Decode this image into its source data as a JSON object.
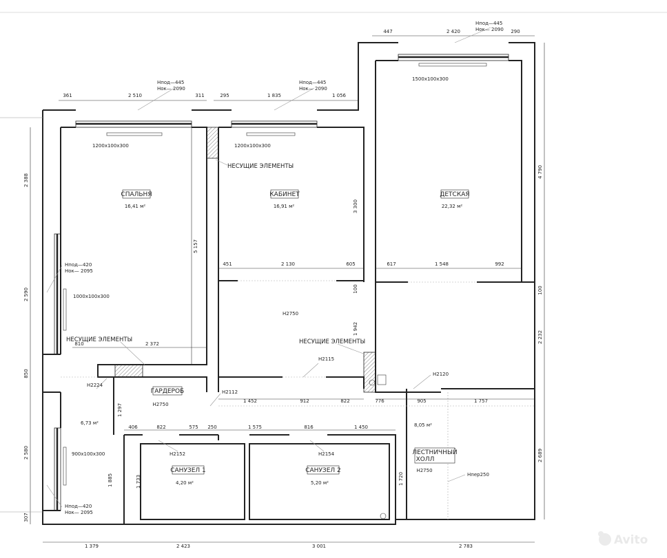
{
  "rooms": [
    {
      "key": "bedroom",
      "name": "СПАЛЬНЯ",
      "area": "16,41 м²"
    },
    {
      "key": "study",
      "name": "КАБИНЕТ",
      "area": "16,91 м²"
    },
    {
      "key": "kids",
      "name": "ДЕТСКАЯ",
      "area": "22,32 м²"
    },
    {
      "key": "wardrobe",
      "name": "ГАРДЕРОБ",
      "height": "H2750",
      "area": "6,73 м²"
    },
    {
      "key": "bath1",
      "name": "САНУЗЕЛ 1",
      "area": "4,20 м²"
    },
    {
      "key": "bath2",
      "name": "САНУЗЕЛ 2",
      "area": "5,20 м²"
    },
    {
      "key": "hall",
      "name_line1": "ЛЕСТНИЧНЫЙ",
      "name_line2": "ХОЛЛ",
      "height": "H2750",
      "area": "8,05 м²"
    }
  ],
  "labels": {
    "load_bearing_1": "НЕСУЩИЕ ЭЛЕМЕНТЫ",
    "load_bearing_2": "НЕСУЩИЕ ЭЛЕМЕНТЫ",
    "load_bearing_3": "НЕСУЩИЕ ЭЛЕМЕНТЫ",
    "corridor_height": "H2750",
    "h2115": "H2115",
    "h2120": "H2120",
    "h2224": "H2224",
    "h2112": "H2112",
    "h2152": "H2152",
    "h2154": "H2154",
    "hper": "Hпер250"
  },
  "windows": {
    "top_bed_1": "Hпод—445",
    "top_bed_2": "Нок— 2090",
    "top_study_1": "Hпод—445",
    "top_study_2": "Нок— 2090",
    "top_kids_1": "Hпод—445",
    "top_kids_2": "Нок— 2090",
    "left_1a": "Hпод—420",
    "left_1b": "Нок— 2095",
    "left_2a": "Hпод—420",
    "left_2b": "Нок— 2095"
  },
  "radiators": {
    "bed": "1200x100x300",
    "study": "1200x100x300",
    "kids": "1500x100x300",
    "left1": "1000x100x300",
    "left2": "900x100x300"
  },
  "dims": {
    "top_left_a": "361",
    "top_left_b": "2 510",
    "top_left_c": "311",
    "top_mid_a": "295",
    "top_mid_b": "1 835",
    "top_mid_c": "1 056",
    "top_right_a": "447",
    "top_right_b": "2 420",
    "top_right_c": "290",
    "bottom_a": "1 379",
    "bottom_b": "2 423",
    "bottom_c": "3 001",
    "bottom_d": "2 783",
    "left_a": "2 388",
    "left_b": "2 590",
    "left_c": "850",
    "left_d": "2 580",
    "left_e": "307",
    "right_a": "4 790",
    "right_b": "100",
    "right_c": "2 232",
    "right_d": "2 689",
    "bed_h": "5 157",
    "bed_w": "2 372",
    "bed_w_small": "810",
    "study_h": "3 300",
    "study_wall_a": "451",
    "study_wall_b": "2 130",
    "study_wall_c": "605",
    "study_100": "100",
    "study_1942": "1 942",
    "kids_a": "617",
    "kids_b": "1 548",
    "kids_c": "992",
    "cor_a": "1 452",
    "cor_b": "912",
    "cor_c": "822",
    "cor_d": "776",
    "cor_e": "905",
    "cor_f": "1 757",
    "mid_a": "406",
    "mid_b": "822",
    "mid_c": "575",
    "mid_d": "250",
    "mid_e": "1 575",
    "mid_f": "816",
    "mid_g": "1 450",
    "ward_1297": "1 297",
    "ward_1885": "1 885",
    "bath_1733": "1 733",
    "bath_1720": "1 720"
  },
  "watermark": "Avito"
}
